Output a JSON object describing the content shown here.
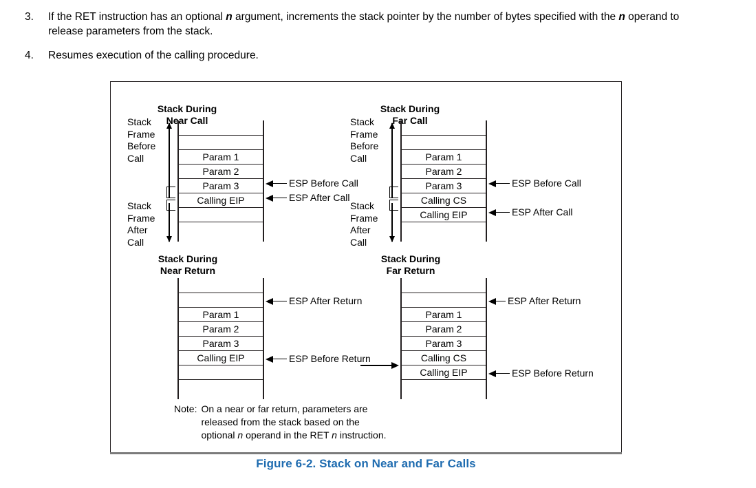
{
  "page": {
    "caption": "Figure 6-2.  Stack on Near and Far Calls",
    "caption_color": "#1f6cb0"
  },
  "intro_list": [
    {
      "number": "3.",
      "parts": [
        {
          "text": "If the RET instruction has an optional ",
          "style": "normal"
        },
        {
          "text": "n",
          "style": "bold-italic"
        },
        {
          "text": " argument, increments the stack pointer by the number of bytes specified with the ",
          "style": "normal"
        },
        {
          "text": "n",
          "style": "bold-italic"
        },
        {
          "text": " operand to release parameters from the stack.",
          "style": "normal"
        }
      ]
    },
    {
      "number": "4.",
      "parts": [
        {
          "text": "Resumes execution of the calling procedure.",
          "style": "normal"
        }
      ]
    }
  ],
  "diagrams": {
    "near_call": {
      "title": "Stack During\nNear Call",
      "frame_before_label": "Stack\nFrame\nBefore\nCall",
      "frame_after_label": "Stack\nFrame\nAfter\nCall",
      "rows": [
        "",
        "",
        "Param 1",
        "Param 2",
        "Param 3",
        "Calling EIP",
        "",
        ""
      ],
      "callouts": [
        {
          "label": "ESP Before Call",
          "row": 4
        },
        {
          "label": "ESP After Call",
          "row": 5
        }
      ]
    },
    "far_call": {
      "title": "Stack During\nFar Call",
      "frame_before_label": "Stack\nFrame\nBefore\nCall",
      "frame_after_label": "Stack\nFrame\nAfter\nCall",
      "rows": [
        "",
        "",
        "Param 1",
        "Param 2",
        "Param 3",
        "Calling CS",
        "Calling EIP",
        ""
      ],
      "callouts": [
        {
          "label": "ESP Before Call",
          "row": 4
        },
        {
          "label": "ESP After Call",
          "row": 6
        }
      ]
    },
    "near_return": {
      "title": "Stack During\nNear Return",
      "rows": [
        "",
        "",
        "Param 1",
        "Param 2",
        "Param 3",
        "Calling EIP",
        "",
        ""
      ],
      "callouts": [
        {
          "label": "ESP After Return",
          "row": 1
        },
        {
          "label": "ESP Before Return",
          "row": 5
        }
      ]
    },
    "far_return": {
      "title": "Stack During\nFar Return",
      "rows": [
        "",
        "",
        "Param 1",
        "Param 2",
        "Param 3",
        "Calling CS",
        "Calling EIP",
        ""
      ],
      "callouts": [
        {
          "label": "ESP After Return",
          "row": 1
        },
        {
          "label": "ESP Before Return",
          "row": 6
        }
      ],
      "inbound_arrow_row": 6
    }
  },
  "note": {
    "lead": "Note:",
    "line1_a": "On a near or far return, parameters are",
    "line2_a": "released from the stack based on the",
    "line3_a": "optional ",
    "line3_n": "n",
    "line3_b": " operand in the RET ",
    "line3_n2": "n",
    "line3_c": " instruction."
  }
}
